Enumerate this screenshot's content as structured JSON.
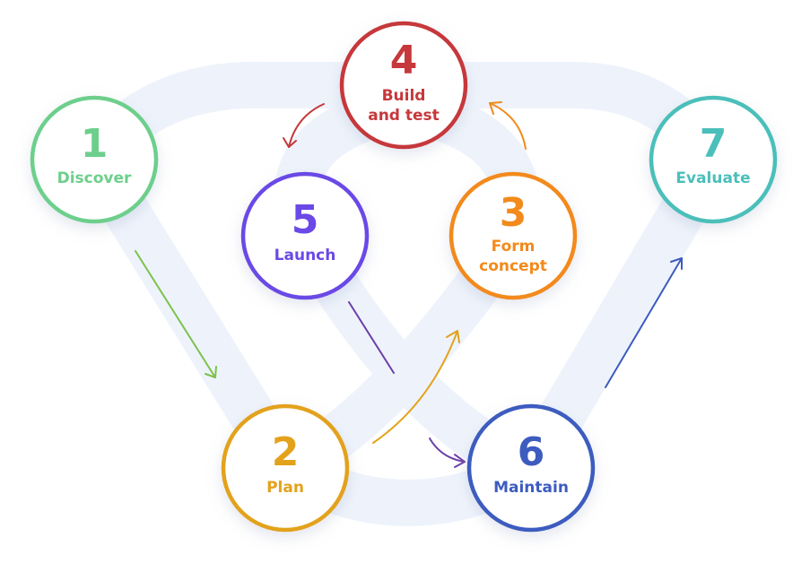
{
  "nodes": [
    {
      "id": "discover",
      "number": "1",
      "label_lines": [
        "Discover"
      ],
      "color": "#6dcf8c"
    },
    {
      "id": "plan",
      "number": "2",
      "label_lines": [
        "Plan"
      ],
      "color": "#e3a21c"
    },
    {
      "id": "form-concept",
      "number": "3",
      "label_lines": [
        "Form",
        "concept"
      ],
      "color": "#f28a1c"
    },
    {
      "id": "build-and-test",
      "number": "4",
      "label_lines": [
        "Build",
        "and test"
      ],
      "color": "#c6373a"
    },
    {
      "id": "launch",
      "number": "5",
      "label_lines": [
        "Launch"
      ],
      "color": "#6a49e6"
    },
    {
      "id": "maintain",
      "number": "6",
      "label_lines": [
        "Maintain"
      ],
      "color": "#3c5bbf"
    },
    {
      "id": "evaluate",
      "number": "7",
      "label_lines": [
        "Evaluate"
      ],
      "color": "#4bbfba"
    }
  ],
  "flow": [
    "discover",
    "plan",
    "form-concept",
    "build-and-test",
    "launch",
    "maintain",
    "evaluate"
  ],
  "colors": {
    "track": "#eef3fb",
    "arrow_discover_plan": "#7cc24a",
    "arrow_plan_form": "#e3a21c",
    "arrow_form_build": "#f28a1c",
    "arrow_build_launch": "#c6373a",
    "arrow_launch_maintain": "#6b3fa8",
    "arrow_maintain_evaluate": "#3c5bbf"
  }
}
